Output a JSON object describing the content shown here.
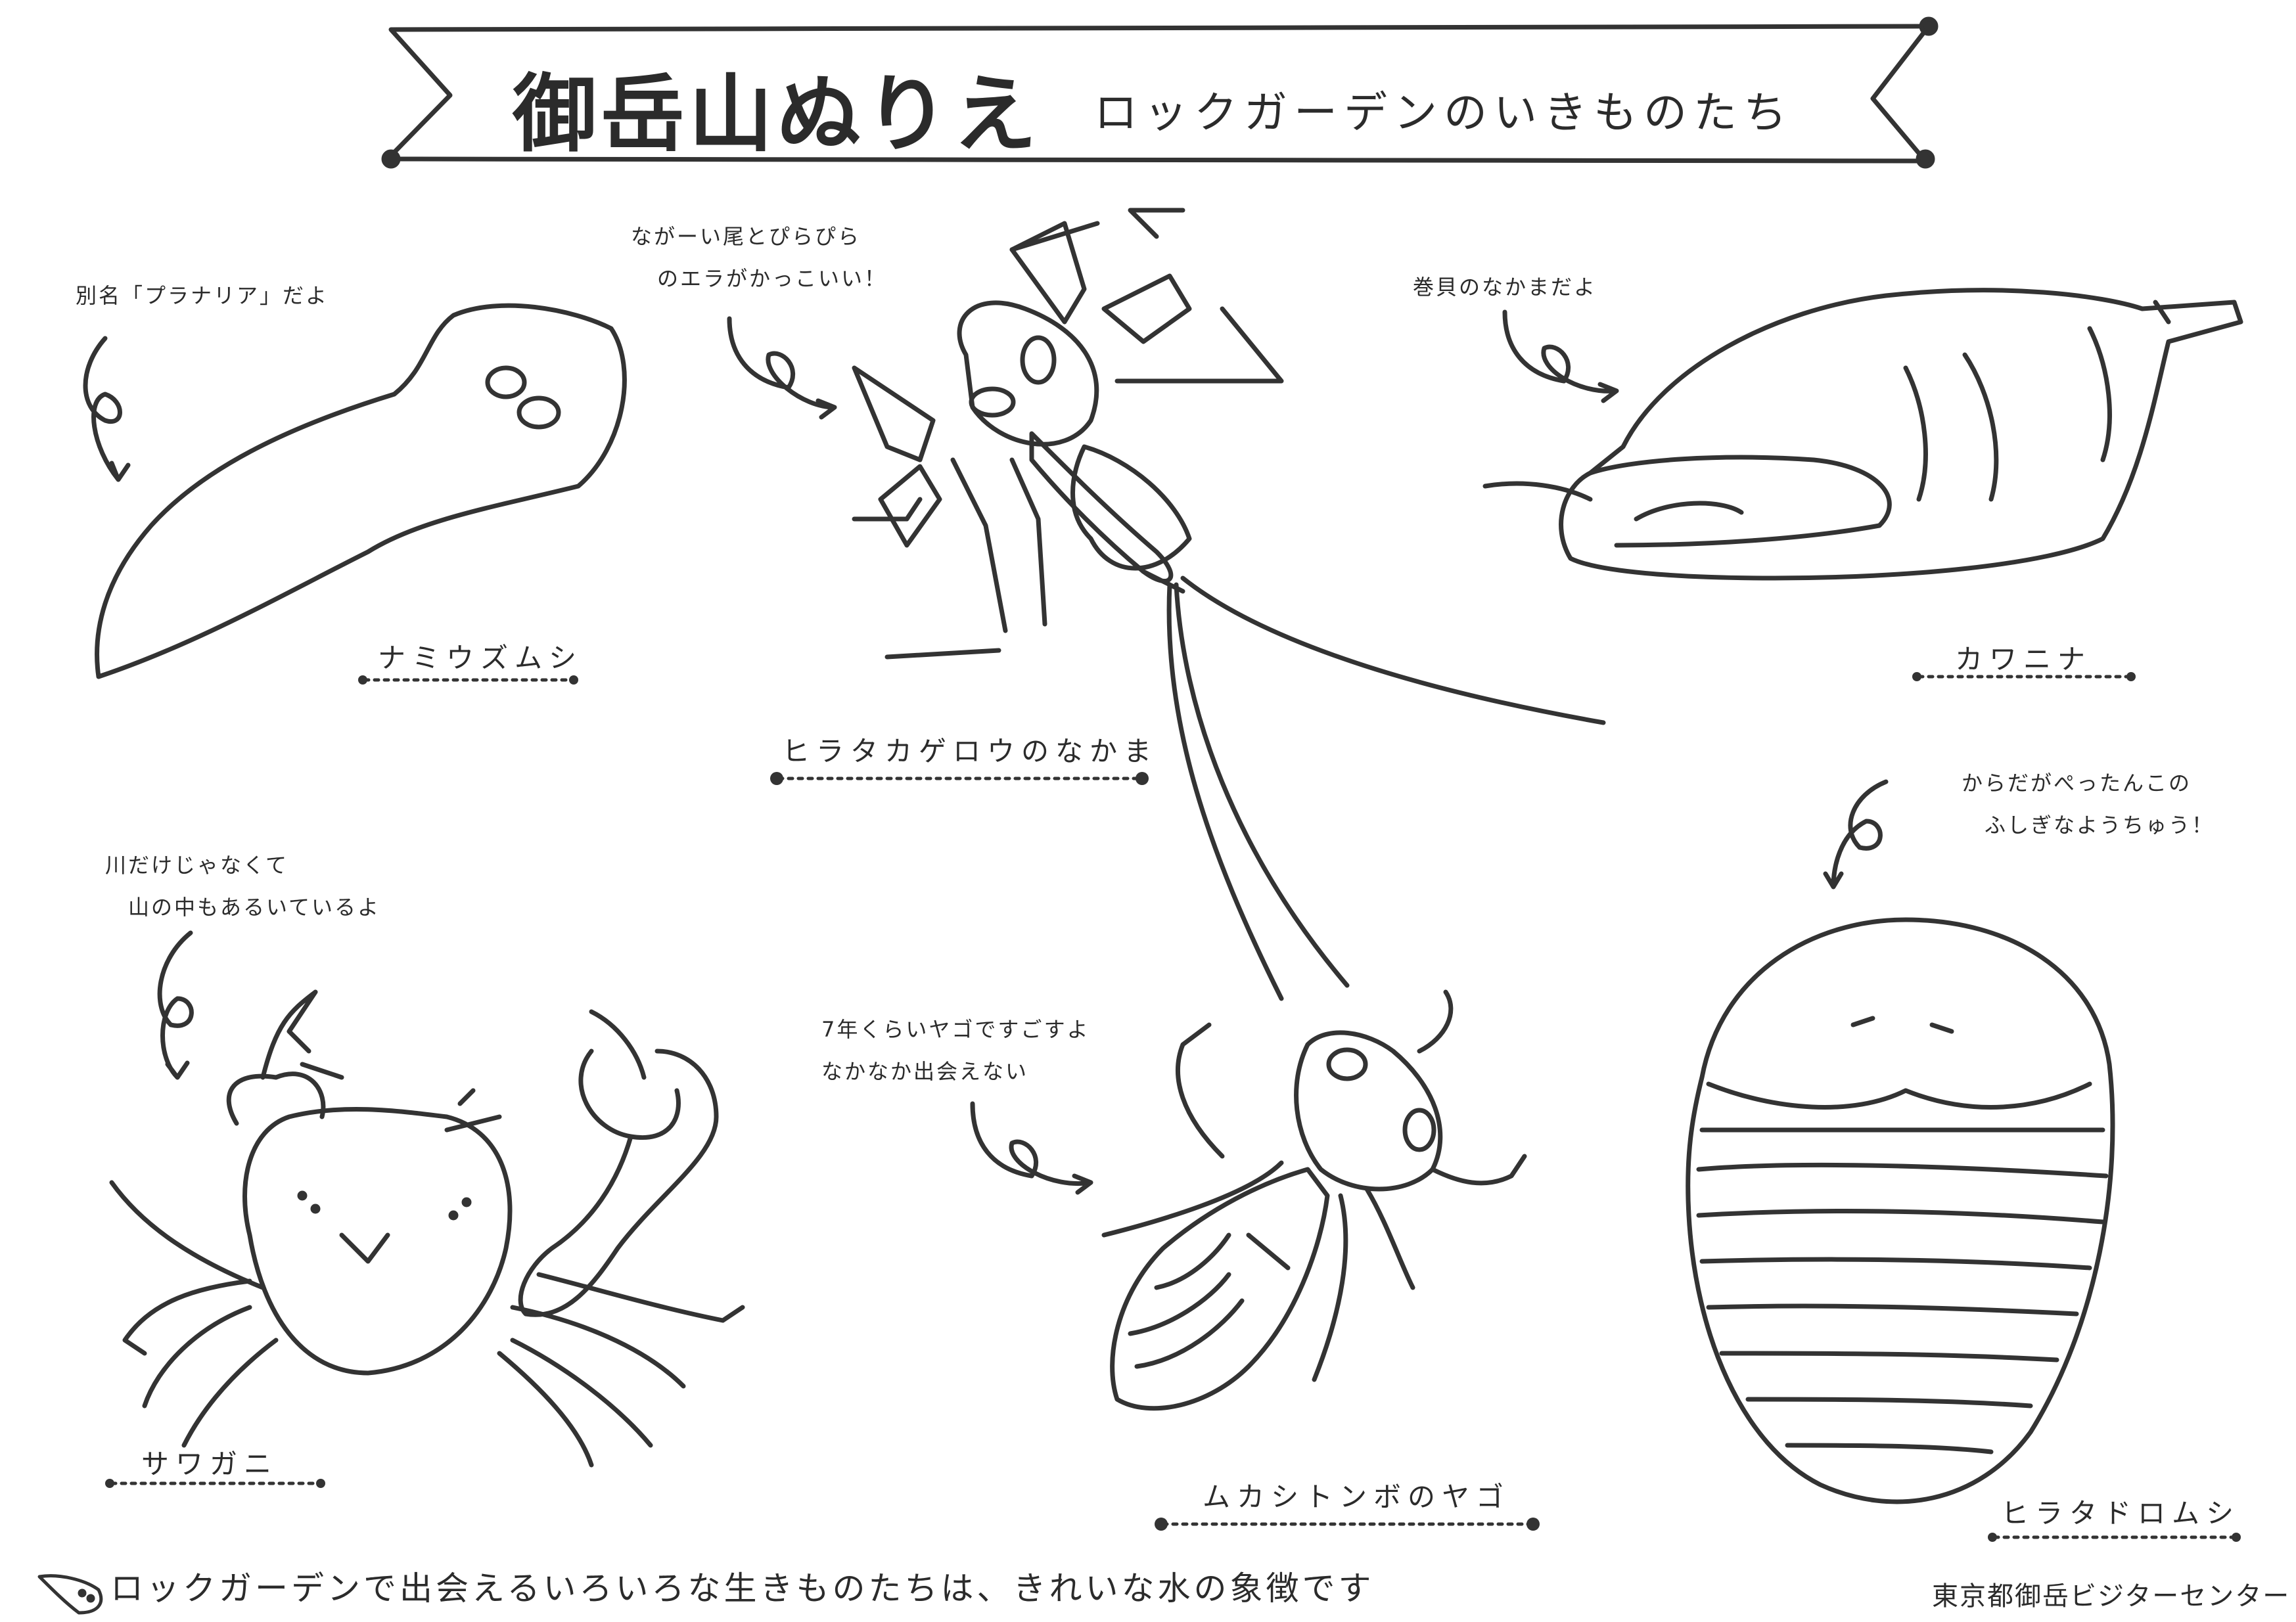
{
  "header": {
    "title": "御岳山ぬりえ",
    "subtitle": "ロックガーデンのいきものたち"
  },
  "creatures": [
    {
      "name": "ナミウズムシ",
      "note": [
        "別名「プラナリア」だよ"
      ]
    },
    {
      "name": "ヒラタカゲロウのなかま",
      "note": [
        "ながーい尾とぴらぴら",
        "のエラがかっこいい！"
      ]
    },
    {
      "name": "カワニナ",
      "note": [
        "巻貝のなかまだよ"
      ]
    },
    {
      "name": "サワガニ",
      "note": [
        "川だけじゃなくて",
        "山の中もあるいているよ"
      ]
    },
    {
      "name": "ムカシトンボのヤゴ",
      "note": [
        "7年くらいヤゴですごすよ",
        "なかなか出会えない"
      ]
    },
    {
      "name": "ヒラタドロムシ",
      "note": [
        "からだがぺったんこの",
        "ふしぎなようちゅう！"
      ]
    }
  ],
  "footer": {
    "message": "ロックガーデンで出会えるいろいろな生きものたちは、きれいな水の象徴です",
    "organization": "東京都御岳ビジターセンター"
  },
  "colors": {
    "ink": "#2b2b2b",
    "background": "#ffffff"
  }
}
